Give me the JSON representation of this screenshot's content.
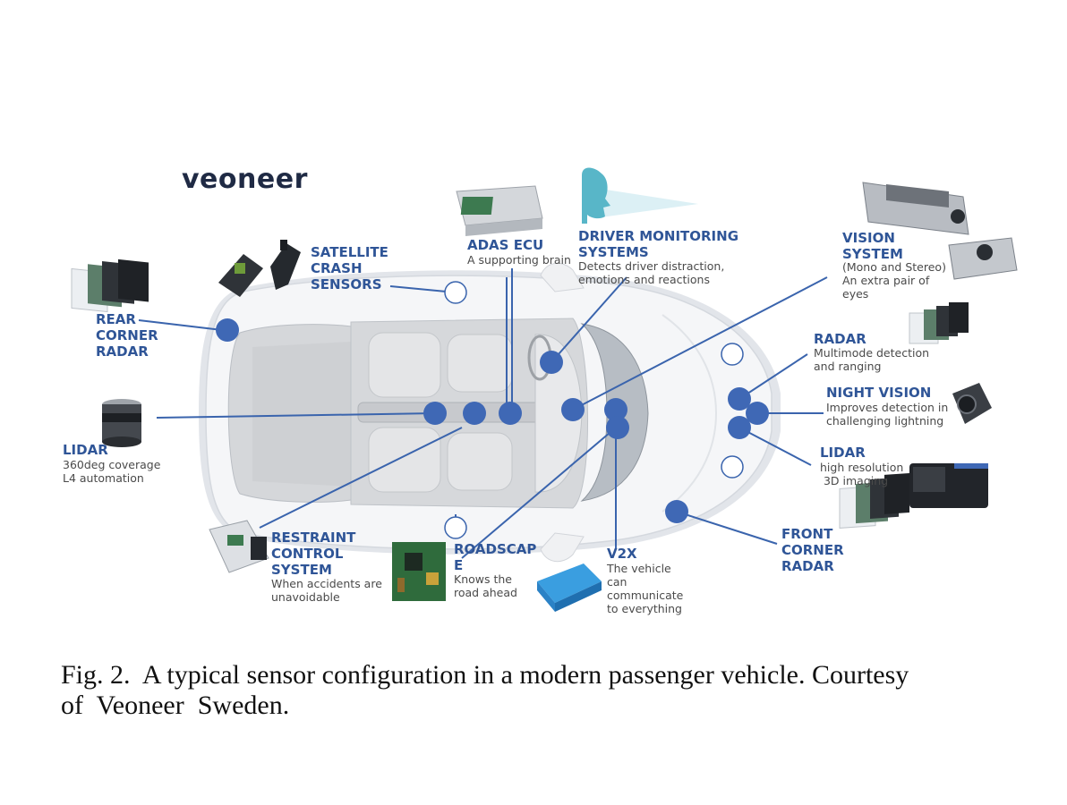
{
  "logo": "veoneer",
  "colors": {
    "accent": "#2f5597",
    "dot": "#3f68b5",
    "line": "#3a64ad",
    "car_body": "#f4f5f7",
    "interior": "#cfd1d4"
  },
  "labels": {
    "rear_corner_radar": {
      "title": "REAR\nCORNER\nRADAR"
    },
    "satellite": {
      "title": "SATELLITE\nCRASH\nSENSORS"
    },
    "adas_ecu": {
      "title": "ADAS ECU",
      "desc": "A supporting brain"
    },
    "driver_monitoring": {
      "title": "DRIVER MONITORING\nSYSTEMS",
      "desc": "Detects driver distraction,\nemotions and reactions"
    },
    "vision_system": {
      "title": "VISION\nSYSTEM",
      "desc": "(Mono and Stereo)\nAn extra pair of\neyes"
    },
    "radar": {
      "title": "RADAR",
      "desc": "Multimode detection\nand ranging"
    },
    "night_vision": {
      "title": "NIGHT VISION",
      "desc": "Improves detection in\nchallenging lightning"
    },
    "lidar_front": {
      "title": "LIDAR",
      "desc": "high resolution\n 3D imaging"
    },
    "lidar_rear": {
      "title": "LIDAR",
      "desc": "360deg coverage\nL4 automation"
    },
    "restraint": {
      "title": "RESTRAINT\nCONTROL\nSYSTEM",
      "desc": "When accidents are\nunavoidable"
    },
    "roadscape": {
      "title": "ROADSCAP\nE",
      "desc": "Knows the\nroad ahead"
    },
    "v2x": {
      "title": "V2X",
      "desc": "The vehicle\ncan\ncommunicate\nto everything"
    },
    "front_corner_radar": {
      "title": "FRONT\nCORNER\nRADAR"
    }
  },
  "caption": {
    "line1": "Fig. 2.  A typical sensor configuration in a modern passenger vehicle. Courtesy",
    "line2": "of  Veoneer  Sweden."
  }
}
